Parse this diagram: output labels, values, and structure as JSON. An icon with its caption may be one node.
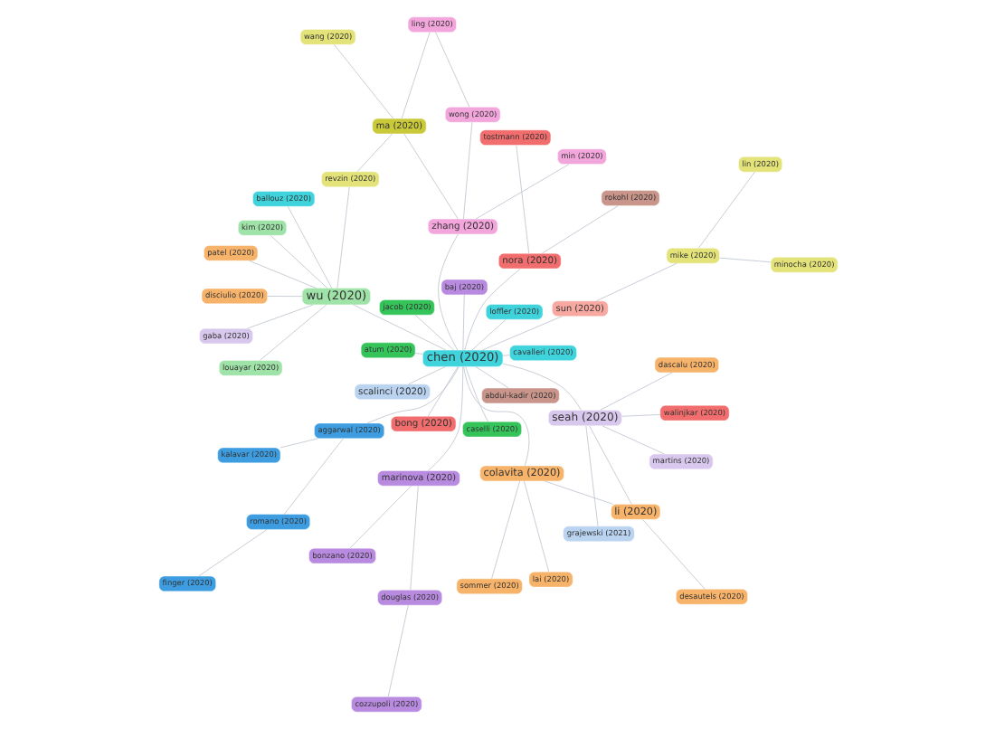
{
  "diagram": {
    "nodes": [
      {
        "text": [
          "gaba (2020)"
        ]
      },
      {
        "text": [
          "martins (2020)"
        ]
      },
      {
        "text": [
          "sommer (2020)"
        ]
      },
      {
        "text": [
          "dascalu (2020)"
        ]
      },
      {
        "text": [
          "desautels (2020)"
        ]
      },
      {
        "text": [
          "disciulio (2020)"
        ]
      },
      {
        "text": [
          "grajewski (2021)"
        ]
      },
      {
        "text": [
          "kim (2020)"
        ]
      },
      {
        "text": [
          "louayar (2020)"
        ]
      },
      {
        "text": [
          "seah (2020)"
        ]
      },
      {
        "text": [
          "lai (2020)"
        ]
      },
      {
        "text": [
          "patel (2020)"
        ]
      },
      {
        "text": [
          "walinjkar (2020)"
        ]
      },
      {
        "text": [
          "cavalleri (2020)"
        ]
      },
      {
        "text": [
          "wu (2020)"
        ]
      },
      {
        "text": [
          "li (2020)"
        ]
      },
      {
        "text": [
          "colavita (2020)"
        ]
      },
      {
        "text": [
          "tostmann (2020)"
        ]
      },
      {
        "text": [
          "atum (2020)"
        ]
      },
      {
        "text": [
          "jacob (2020)"
        ]
      },
      {
        "text": [
          "kalavar (2020)"
        ]
      },
      {
        "text": [
          "scalinci (2020)"
        ]
      },
      {
        "text": [
          "ballouz (2020)"
        ]
      },
      {
        "text": [
          "aggarwal (2020)"
        ]
      },
      {
        "text": [
          "baj (2020)"
        ]
      },
      {
        "text": [
          "caselli (2020)"
        ]
      },
      {
        "text": [
          "chen (2020)"
        ]
      },
      {
        "text": [
          "finger (2020)"
        ]
      },
      {
        "text": [
          "bong (2020)"
        ]
      },
      {
        "text": [
          "nora (2020)"
        ]
      },
      {
        "text": [
          "zhang (2020)"
        ]
      },
      {
        "text": [
          "abdul-kadir (2020)"
        ]
      },
      {
        "text": [
          "min (2020)"
        ]
      },
      {
        "text": [
          "rokohl (2020)"
        ]
      },
      {
        "text": [
          "loffler (2020)"
        ]
      },
      {
        "text": [
          "romano (2020)"
        ]
      },
      {
        "text": [
          "marinova (2020)"
        ]
      },
      {
        "text": [
          "ma (2020)"
        ]
      },
      {
        "text": [
          "sun (2020)"
        ]
      },
      {
        "text": [
          "bonzano (2020)"
        ]
      },
      {
        "text": [
          "mike (2020)"
        ]
      },
      {
        "text": [
          "wang (2020)"
        ]
      },
      {
        "text": [
          "revzin (2020)"
        ]
      },
      {
        "text": [
          "lin (2020)"
        ]
      },
      {
        "text": [
          "ling (2020)"
        ]
      },
      {
        "text": [
          "douglas (2020)"
        ]
      },
      {
        "text": [
          "cozzupoli (2020)"
        ]
      },
      {
        "text": [
          "minocha (2020)"
        ]
      },
      {
        "text": [
          "wong (2020)"
        ]
      }
    ],
    "edges": [
      {
        "from": 1,
        "to": 9,
        "arrow": "none"
      },
      {
        "from": 0,
        "to": 14,
        "arrow": "none"
      },
      {
        "from": 2,
        "to": 16,
        "arrow": "none"
      },
      {
        "from": 3,
        "to": 9,
        "arrow": "none"
      },
      {
        "from": 4,
        "to": 15,
        "arrow": "none"
      },
      {
        "from": 5,
        "to": 14,
        "arrow": "none"
      },
      {
        "from": 6,
        "to": 9,
        "arrow": "none"
      },
      {
        "from": 7,
        "to": 14,
        "arrow": "none"
      },
      {
        "from": 8,
        "to": 14,
        "arrow": "none"
      },
      {
        "from": 10,
        "to": 16,
        "arrow": "none"
      },
      {
        "from": 11,
        "to": 14,
        "arrow": "none"
      },
      {
        "from": 12,
        "to": 9,
        "arrow": "none"
      },
      {
        "from": 13,
        "to": 26,
        "arrow": "none"
      },
      {
        "from": 17,
        "to": 29,
        "arrow": "none"
      },
      {
        "from": 18,
        "to": 26,
        "arrow": "none"
      },
      {
        "from": 19,
        "to": 26,
        "arrow": "none"
      },
      {
        "from": 20,
        "to": 23,
        "arrow": "none"
      },
      {
        "from": 21,
        "to": 26,
        "arrow": "none"
      },
      {
        "from": 22,
        "to": 14,
        "arrow": "none"
      },
      {
        "from": 23,
        "to": 26,
        "arrow": "none"
      },
      {
        "from": 24,
        "to": 26,
        "arrow": "none"
      },
      {
        "from": 25,
        "to": 26,
        "arrow": "none"
      },
      {
        "from": 27,
        "to": 35,
        "arrow": "none"
      },
      {
        "from": 28,
        "to": 26,
        "arrow": "none"
      },
      {
        "from": 29,
        "to": 26,
        "arrow": "none"
      },
      {
        "from": 30,
        "to": 26,
        "arrow": "none"
      },
      {
        "from": 31,
        "to": 26,
        "arrow": "none"
      },
      {
        "from": 32,
        "to": 30,
        "arrow": "none"
      },
      {
        "from": 33,
        "to": 29,
        "arrow": "none"
      },
      {
        "from": 34,
        "to": 26,
        "arrow": "none"
      },
      {
        "from": 35,
        "to": 23,
        "arrow": "none"
      },
      {
        "from": 36,
        "to": 26,
        "arrow": "none"
      },
      {
        "from": 37,
        "to": 30,
        "arrow": "none"
      },
      {
        "from": 38,
        "to": 26,
        "arrow": "none"
      },
      {
        "from": 39,
        "to": 36,
        "arrow": "none"
      },
      {
        "from": 40,
        "to": 38,
        "arrow": "none"
      },
      {
        "from": 41,
        "to": 37,
        "arrow": "none"
      },
      {
        "from": 42,
        "to": 14,
        "arrow": "none"
      },
      {
        "from": 42,
        "to": 37,
        "arrow": "none"
      },
      {
        "from": 43,
        "to": 40,
        "arrow": "none"
      },
      {
        "from": 44,
        "to": 37,
        "arrow": "none"
      },
      {
        "from": 45,
        "to": 36,
        "arrow": "none"
      },
      {
        "from": 46,
        "to": 45,
        "arrow": "none"
      },
      {
        "from": 47,
        "to": 40,
        "arrow": "none"
      },
      {
        "from": 48,
        "to": 44,
        "arrow": "none"
      },
      {
        "from": 48,
        "to": 30,
        "arrow": "none"
      },
      {
        "from": 9,
        "to": 26,
        "arrow": "none"
      },
      {
        "from": 14,
        "to": 26,
        "arrow": "none"
      },
      {
        "from": 16,
        "to": 26,
        "arrow": "none"
      },
      {
        "from": 15,
        "to": 9,
        "arrow": "none"
      },
      {
        "from": 15,
        "to": 16,
        "arrow": "none"
      }
    ]
  }
}
